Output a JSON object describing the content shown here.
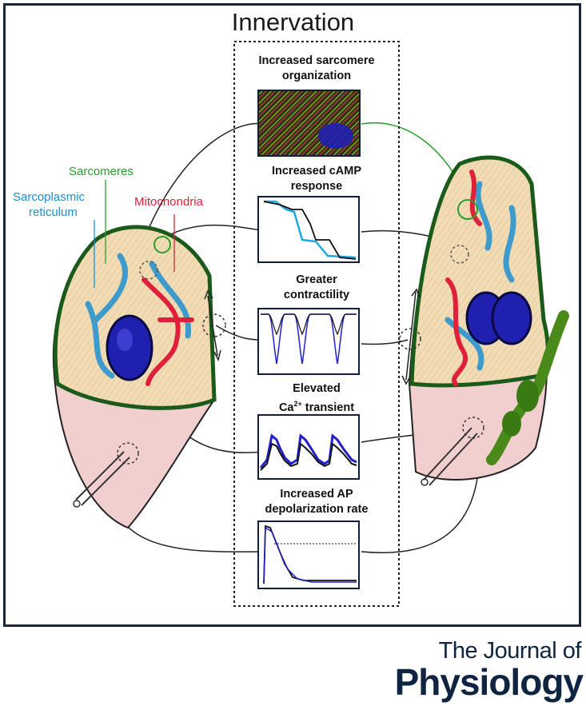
{
  "figure": {
    "title": "Innervation",
    "left_labels": {
      "sarcomeres": "Sarcomeres",
      "sarcoplasmic": "Sarcoplasmic",
      "reticulum": "reticulum",
      "mitochondria": "Mitochondria"
    },
    "panels": [
      {
        "line1": "Increased sarcomere",
        "line2": "organization"
      },
      {
        "line1": "Increased cAMP",
        "line2": "response"
      },
      {
        "line1": "Greater",
        "line2": "contractility"
      },
      {
        "line1": "Elevated",
        "line2_prefix": "Ca",
        "line2_sup": "2+",
        "line2_suffix": " transient"
      },
      {
        "line1": "Increased AP",
        "line2": "depolarization rate"
      }
    ],
    "colors": {
      "sarcomeres": "#2a9d2a",
      "sarcoplasmic_reticulum": "#1f8fcf",
      "mitochondria": "#e0203a",
      "nucleus": "#2020b0",
      "trace_black": "#111111",
      "trace_blue": "#1fa8e0"
    }
  },
  "journal": {
    "line1": "The Journal of",
    "line2": "Physiology"
  }
}
